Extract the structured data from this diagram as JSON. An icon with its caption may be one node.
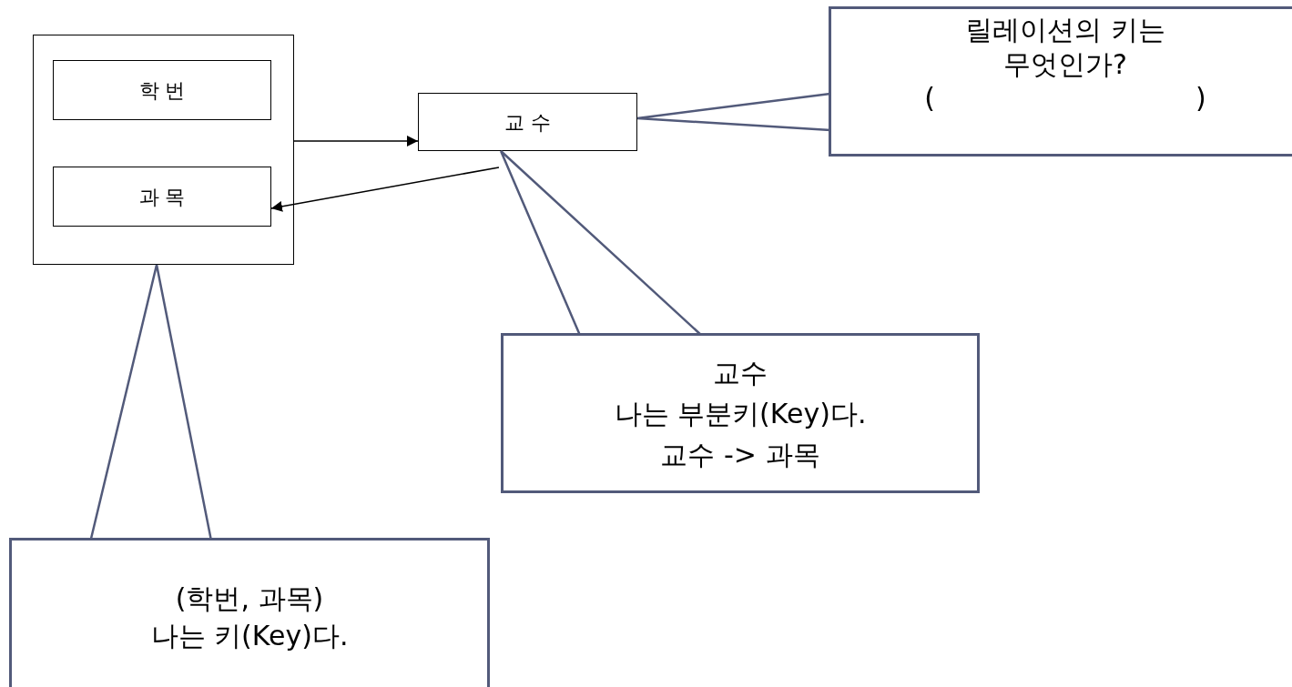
{
  "diagram": {
    "nodes": [
      {
        "text": [],
        "shape": "box"
      },
      {
        "text": [
          "학 번"
        ],
        "in": 0
      },
      {
        "text": [
          "과 목"
        ],
        "in": 0
      },
      {
        "text": [
          "교 수"
        ]
      },
      {
        "text": [
          "릴레이션의 키는 무엇인가?",
          "(                              )"
        ]
      },
      {
        "text": [
          "교수",
          "나는 부분키(Key)다.",
          "교수 -> 과목"
        ]
      },
      {
        "text": [
          "(학번, 과목)",
          "나는 키(Key)다."
        ]
      }
    ],
    "edges": [
      {
        "from": 0,
        "to": 3,
        "arrow": "to",
        "color": "#000000"
      },
      {
        "from": 3,
        "to": 2,
        "arrow": "to",
        "color": "#000000"
      },
      {
        "from": 4,
        "to": 3,
        "arrow": "none"
      },
      {
        "from": 5,
        "to": 3,
        "arrow": "none"
      },
      {
        "from": 6,
        "to": 0,
        "arrow": "none"
      }
    ]
  }
}
